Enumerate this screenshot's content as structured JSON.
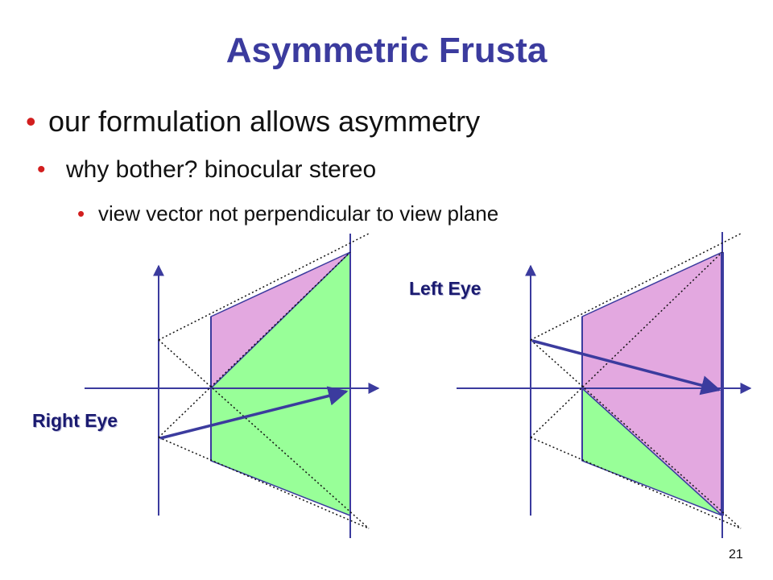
{
  "slide": {
    "title": "Asymmetric Frusta",
    "bullets": [
      "our formulation allows asymmetry",
      "why bother? binocular stereo",
      "view vector not perpendicular to view plane"
    ],
    "bullet_symbol": "•",
    "page_number": "21"
  },
  "diagrams": {
    "right_eye_label": "Right Eye",
    "left_eye_label": "Left Eye"
  },
  "colors": {
    "title": "#3b3b9e",
    "bullet": "#d21e1e",
    "axis": "#3b3b9e",
    "frustum_pink": "#e3a8e0",
    "frustum_green": "#98ff98",
    "eye_label": "#1a1a70"
  }
}
